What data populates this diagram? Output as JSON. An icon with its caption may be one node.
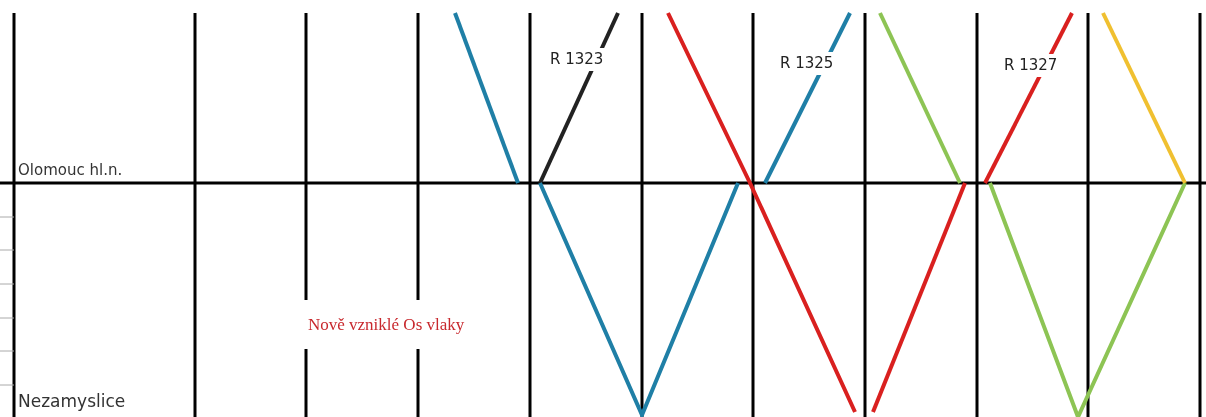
{
  "diagram": {
    "labels": [
      "R 1323",
      "R 1325",
      "R 1327",
      "Olomouc hl.n.",
      "Nově vzniklé Os vlaky",
      "Nezamyslice"
    ]
  }
}
